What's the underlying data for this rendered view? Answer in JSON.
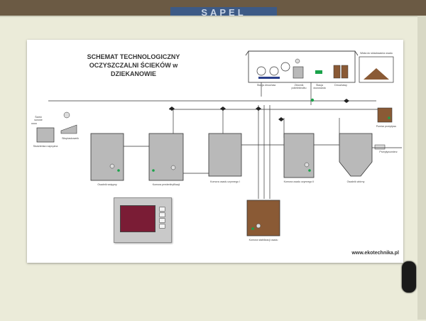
{
  "background": {
    "top_banner_text": "SAPEL"
  },
  "board": {
    "title_line1": "SCHEMAT TECHNOLOGICZNY",
    "title_line2": "OCZYSZCZALNI ŚCIEKÓW w DZIEKANOWIE",
    "website": "www.ekotechnika.pl",
    "labels": {
      "inlet": "Ścieki surowe",
      "pump_station": "Studzienka rozprężna",
      "screen": "Sitopiaskownik",
      "pre_settling": "Osadnik wstępny",
      "predenitrification": "Komora predenitryfikacji",
      "activated_1": "Komora osadu czynnego I",
      "activated_2": "Komora osadu czynnego II",
      "secondary_settling": "Osadnik wtórny",
      "sludge_stabilization": "Komora stabilizacji osadu",
      "sludge_container": "Zbiornik polielektrolitu",
      "dewatering_press": "Dmuchawy",
      "blowers": "Stacja dmuchaw",
      "reagent_station": "Stacja dozowania",
      "measurement": "Pomiar przepływu",
      "outlet": "Przepływomierz",
      "sludge_storage": "Wiata do składowania osadu"
    }
  },
  "colors": {
    "cabinet": "#ebebd9",
    "board": "#ffffff",
    "tank_fill": "#b9b9b9",
    "sludge_fill": "#8a5a35",
    "pipe": "#333333",
    "accent_green": "#1aa34a",
    "hmi_screen": "#7a1c35"
  }
}
